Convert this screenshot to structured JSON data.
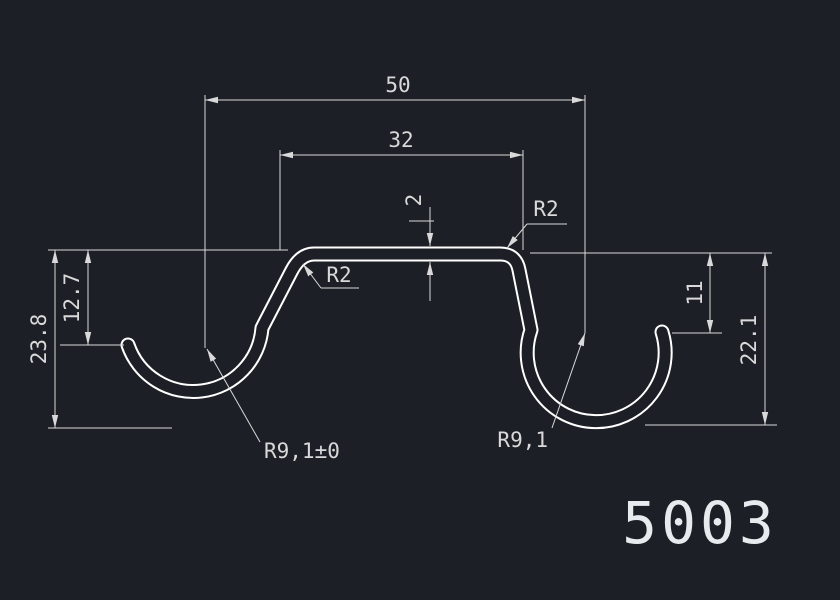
{
  "drawing": {
    "part_number": "5003",
    "colors": {
      "background": "#1c2026",
      "profile_line": "#ffffff",
      "dimension_line": "#d9d9d9"
    },
    "dimensions": {
      "overall_width": "50",
      "top_width": "32",
      "wall_thickness": "2",
      "left_tip_height": "12.7",
      "left_total_height": "23.8",
      "right_tip_height": "11",
      "right_total_height": "22.1"
    },
    "labels": {
      "corner_radius_top": "R2",
      "corner_radius_left": "R2",
      "left_hook_radius": "R9,1±0",
      "right_hook_radius": "R9,1"
    }
  }
}
